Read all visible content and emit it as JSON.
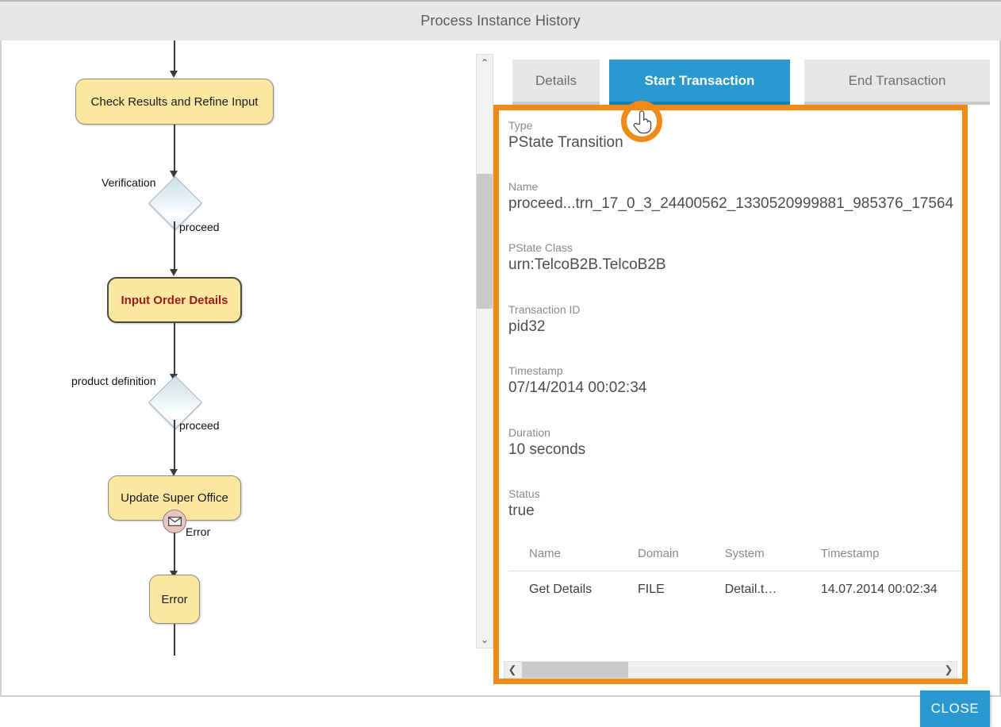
{
  "window": {
    "title": "Process Instance History"
  },
  "diagram": {
    "nodes": [
      {
        "id": "check",
        "label": "Check Results and Refine Input",
        "state": "normal"
      },
      {
        "id": "input",
        "label": "Input Order Details",
        "state": "current"
      },
      {
        "id": "update",
        "label": "Update Super Office",
        "state": "normal"
      },
      {
        "id": "error",
        "label": "Error",
        "state": "normal"
      }
    ],
    "edge_labels": [
      {
        "id": "verification",
        "text": "Verification"
      },
      {
        "id": "proceed-1",
        "text": "proceed"
      },
      {
        "id": "product-definition",
        "text": "product definition"
      },
      {
        "id": "proceed-2",
        "text": "proceed"
      },
      {
        "id": "error-boundary",
        "text": "Error"
      }
    ],
    "gateway_count": 2,
    "boundary_event": "envelope-icon"
  },
  "tabs": [
    {
      "id": "details",
      "label": "Details",
      "active": false
    },
    {
      "id": "start",
      "label": "Start Transaction",
      "active": true
    },
    {
      "id": "end",
      "label": "End Transaction",
      "active": false
    }
  ],
  "details": {
    "fields": [
      {
        "label": "Type",
        "value": "PState Transition"
      },
      {
        "label": "Name",
        "value": "proceed...trn_17_0_3_24400562_1330520999881_985376_17564"
      },
      {
        "label": "PState Class",
        "value": "urn:TelcoB2B.TelcoB2B"
      },
      {
        "label": "Transaction ID",
        "value": "pid32"
      },
      {
        "label": "Timestamp",
        "value": "07/14/2014 00:02:34"
      },
      {
        "label": "Duration",
        "value": "10 seconds"
      },
      {
        "label": "Status",
        "value": "true"
      }
    ],
    "table": {
      "columns": [
        "Name",
        "Domain",
        "System",
        "Timestamp"
      ],
      "rows": [
        {
          "name": "Get Details",
          "domain": "FILE",
          "system": "Detail.t…",
          "timestamp": "14.07.2014 00:02:34"
        }
      ]
    }
  },
  "scrollbars": {
    "vertical": {
      "up_arrow": "⌃",
      "down_arrow": "⌄"
    },
    "horizontal": {
      "left_arrow": "❮",
      "right_arrow": "❯"
    }
  },
  "footer": {
    "close_label": "CLOSE"
  },
  "colors": {
    "accent_blue": "#2a99d0",
    "highlight": "#ef8a17",
    "node_fill": "#fbe79f",
    "current_text": "#9b1b1b",
    "titlebar": "#e7e7e7"
  }
}
